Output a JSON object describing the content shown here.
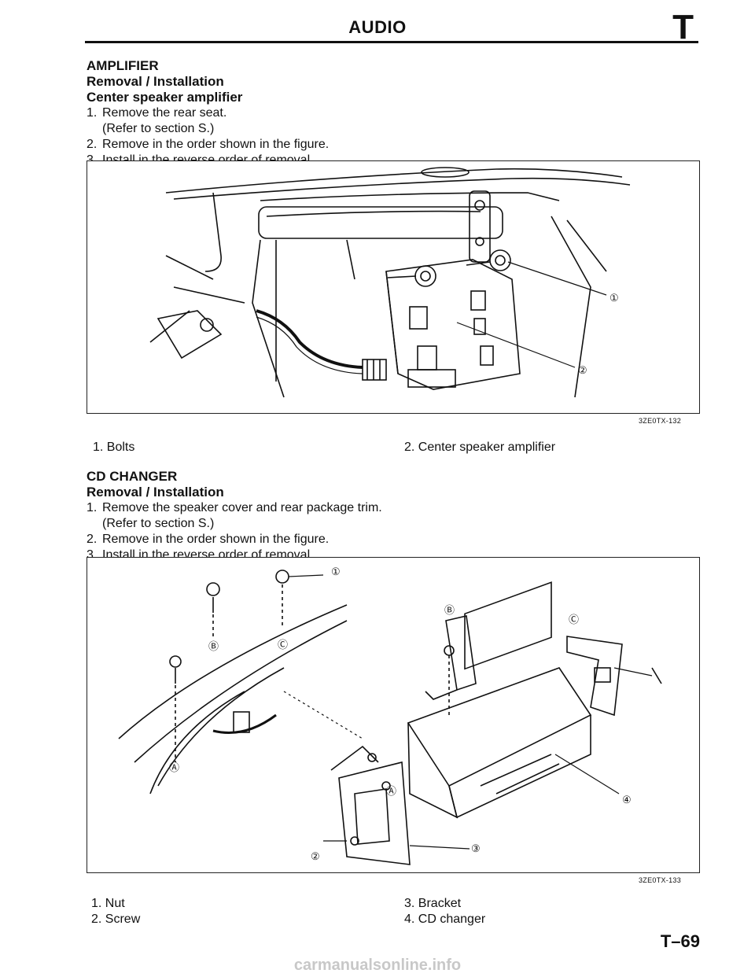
{
  "header": {
    "title": "AUDIO",
    "section_letter": "T"
  },
  "amplifier": {
    "heading": "AMPLIFIER",
    "subheading": "Removal / Installation",
    "subsubheading": "Center speaker amplifier",
    "steps": [
      {
        "num": "1.",
        "text": "Remove the rear seat.",
        "sub": "(Refer to section S.)"
      },
      {
        "num": "2.",
        "text": "Remove in the order shown in the figure."
      },
      {
        "num": "3.",
        "text": "Install in the reverse order of removal."
      }
    ],
    "figure_code": "3ZE0TX-132",
    "callouts": [
      "①",
      "②"
    ],
    "legend": [
      "1. Bolts",
      "2. Center speaker amplifier"
    ]
  },
  "cd_changer": {
    "heading": "CD CHANGER",
    "subheading": "Removal / Installation",
    "steps": [
      {
        "num": "1.",
        "text": "Remove the speaker cover and rear package trim.",
        "sub": "(Refer to section S.)"
      },
      {
        "num": "2.",
        "text": "Remove in the order shown in the figure."
      },
      {
        "num": "3.",
        "text": "Install in the reverse order of removal."
      }
    ],
    "figure_code": "3ZE0TX-133",
    "callouts": [
      "①",
      "②",
      "③",
      "④",
      "Ⓐ",
      "Ⓑ",
      "Ⓒ"
    ],
    "legend": [
      "1. Nut",
      "2. Screw",
      "3. Bracket",
      "4. CD changer"
    ]
  },
  "page_number": "T–69",
  "watermark": "carmanualsonline.info"
}
